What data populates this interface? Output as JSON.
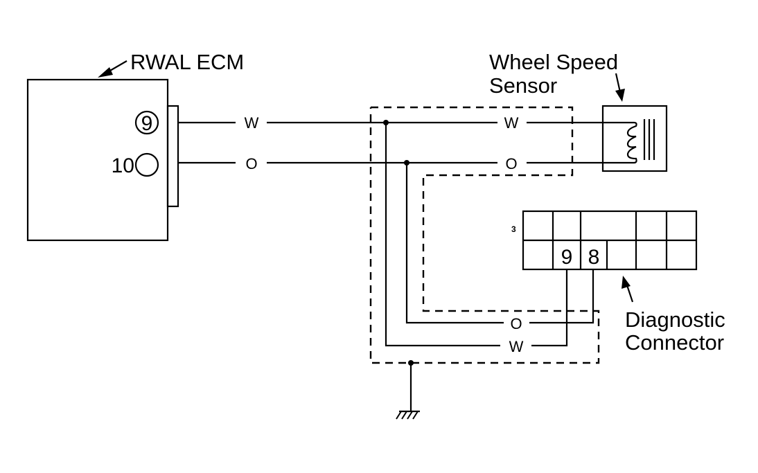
{
  "ecm": {
    "label": "RWAL ECM",
    "pin_top": "9",
    "pin_bottom": "10"
  },
  "sensor": {
    "label_line1": "Wheel Speed",
    "label_line2": "Sensor"
  },
  "wires": {
    "ecm_white": "W",
    "ecm_orange": "O",
    "sensor_white": "W",
    "sensor_orange": "O",
    "connector_orange": "O",
    "connector_white": "W"
  },
  "connector": {
    "label_line1": "Diagnostic",
    "label_line2": "Connector",
    "row_marker": "3",
    "pin_a": "9",
    "pin_b": "8"
  }
}
